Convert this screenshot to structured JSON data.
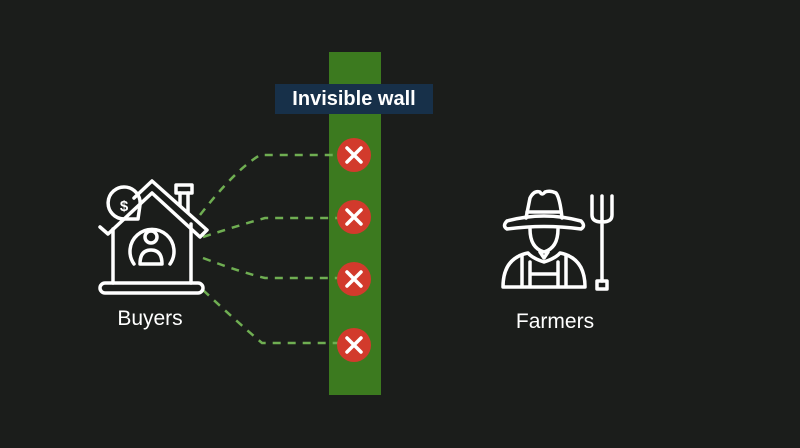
{
  "wall": {
    "label": "Invisible wall",
    "color": "#3c7a1f",
    "label_bg": "#173049"
  },
  "buyers": {
    "label": "Buyers",
    "icon": "house-with-person-and-dollar-icon"
  },
  "farmers": {
    "label": "Farmers",
    "icon": "farmer-with-pitchfork-icon"
  },
  "connections": {
    "count": 4,
    "style": "dashed",
    "color": "#6fae52",
    "blocked_icon": "x-circle-icon",
    "blocked_color": "#d23a2c"
  }
}
